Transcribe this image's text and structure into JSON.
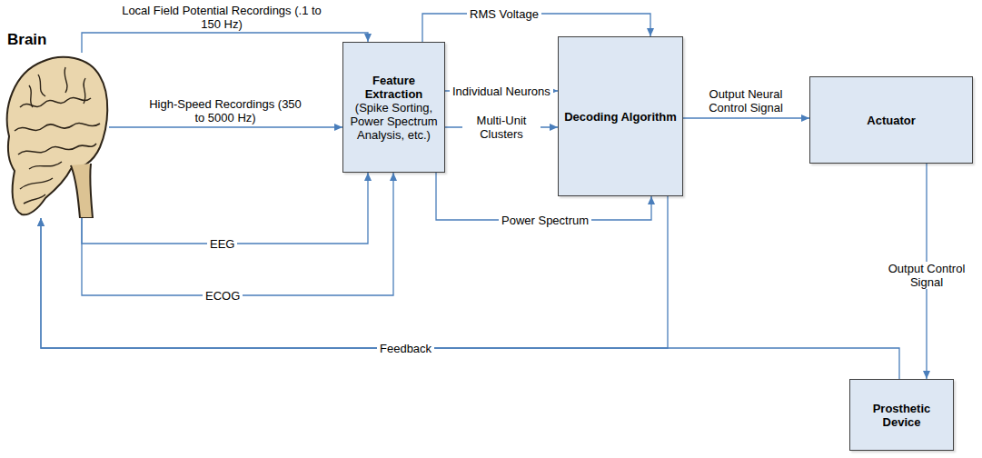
{
  "diagram": {
    "nodes": [
      {
        "text": [
          "Brain"
        ]
      },
      {
        "text": [
          "Feature Extraction",
          "(Spike Sorting, Power Spectrum Analysis, etc.)"
        ]
      },
      {
        "text": [
          "Decoding Algorithm"
        ]
      },
      {
        "text": [
          "Actuator"
        ]
      },
      {
        "text": [
          "Prosthetic Device"
        ]
      }
    ],
    "edges": [
      {
        "from": 0,
        "to": 1,
        "label": "Local Field Potential Recordings (.1 to 150 Hz)",
        "arrow": "to"
      },
      {
        "from": 0,
        "to": 1,
        "label": "High-Speed Recordings (350 to 5000 Hz)",
        "arrow": "to"
      },
      {
        "from": 0,
        "to": 1,
        "label": "EEG",
        "arrow": "to"
      },
      {
        "from": 0,
        "to": 1,
        "label": "ECOG",
        "arrow": "to"
      },
      {
        "from": 1,
        "to": 2,
        "label": "RMS Voltage",
        "arrow": "to"
      },
      {
        "from": 1,
        "to": 2,
        "label": "Individual Neurons",
        "arrow": "to"
      },
      {
        "from": 1,
        "to": 2,
        "label": "Multi-Unit Clusters",
        "arrow": "to"
      },
      {
        "from": 1,
        "to": 2,
        "label": "Power Spectrum",
        "arrow": "to"
      },
      {
        "from": 2,
        "to": 3,
        "label": "Output Neural Control Signal",
        "arrow": "to"
      },
      {
        "from": 3,
        "to": 4,
        "label": "Output Control Signal",
        "arrow": "to"
      },
      {
        "from": 4,
        "to": 0,
        "label": "Feedback",
        "arrow": "to"
      },
      {
        "from": 2,
        "to": 0,
        "arrow": "to"
      }
    ]
  }
}
